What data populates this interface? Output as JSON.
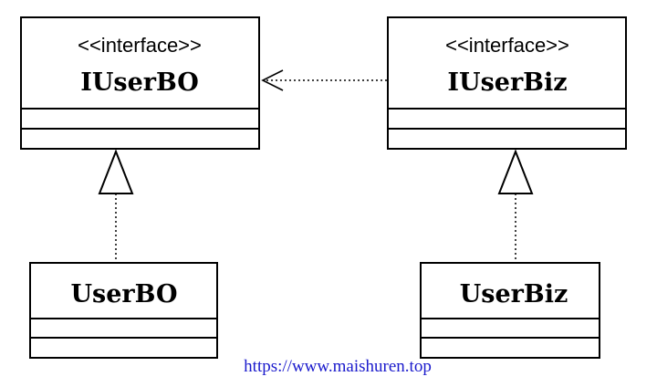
{
  "diagram": {
    "classes": [
      {
        "id": "IUserBO",
        "stereotype": "<<interface>>",
        "name": "IUserBO"
      },
      {
        "id": "IUserBiz",
        "stereotype": "<<interface>>",
        "name": "IUserBiz"
      },
      {
        "id": "UserBO",
        "name": "UserBO"
      },
      {
        "id": "UserBiz",
        "name": "UserBiz"
      }
    ],
    "relations": [
      {
        "type": "dependency",
        "from": "IUserBiz",
        "to": "IUserBO"
      },
      {
        "type": "realization",
        "from": "UserBO",
        "to": "IUserBO"
      },
      {
        "type": "realization",
        "from": "UserBiz",
        "to": "IUserBiz"
      }
    ]
  },
  "watermark": "https://www.maishuren.top"
}
